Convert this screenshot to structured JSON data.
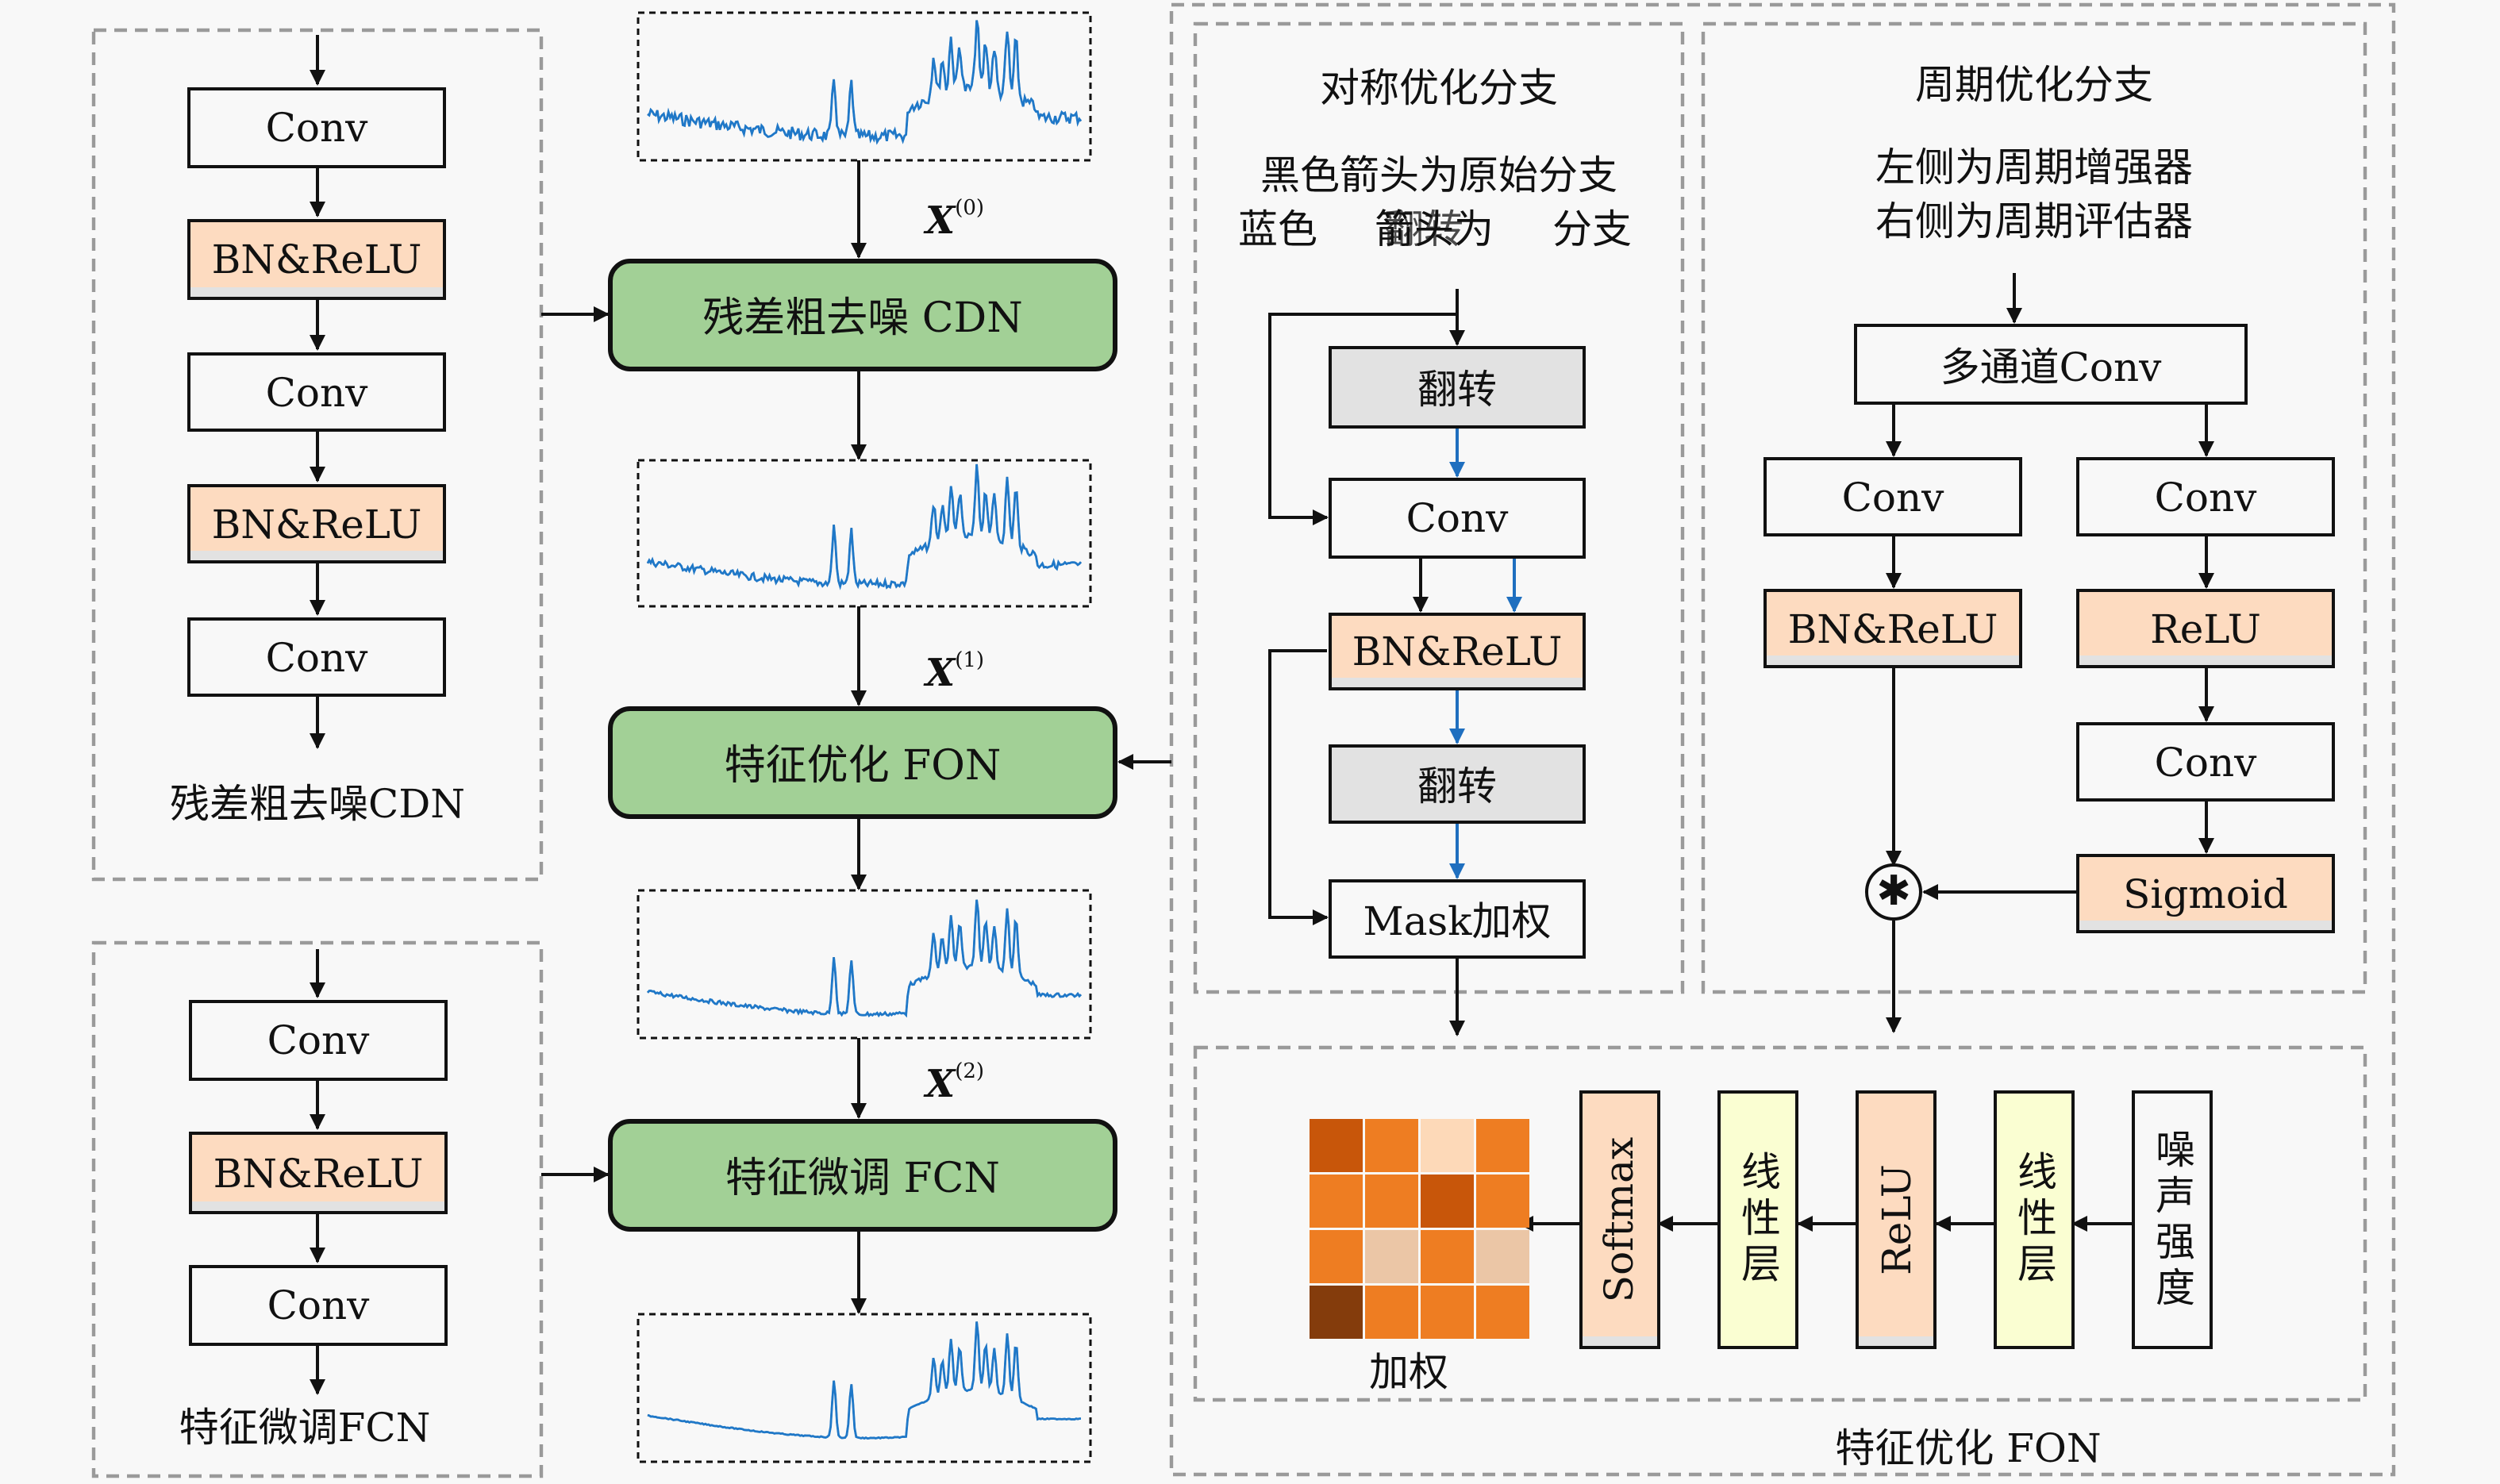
{
  "title": "残差粗去噪CDN / 特征优化FON / 特征微调FCN 网络结构",
  "cdn_module": {
    "blocks": [
      "Conv",
      "BN&ReLU",
      "Conv",
      "BN&ReLU",
      "Conv"
    ],
    "caption": "残差粗去噪CDN"
  },
  "fcn_module": {
    "blocks": [
      "Conv",
      "BN&ReLU",
      "Conv"
    ],
    "caption": "特征微调FCN"
  },
  "pipeline": {
    "stages": [
      "残差粗去噪 CDN",
      "特征优化 FON",
      "特征微调 FCN"
    ],
    "signals": [
      {
        "symbol": "X",
        "superscript": "(0)"
      },
      {
        "symbol": "X",
        "superscript": "(1)"
      },
      {
        "symbol": "X",
        "superscript": "(2)"
      }
    ],
    "waveforms": [
      "noisy-input",
      "after-cdn",
      "after-fon",
      "after-fcn"
    ]
  },
  "symmetric_branch": {
    "title": "对称优化分支",
    "note_line1": "黑色箭头为原始分支",
    "note_line2_a": "蓝色",
    "note_line2_b": "箭头为",
    "note_line2_overlap": "翻转",
    "note_line2_c": "分支",
    "blocks": [
      "翻转",
      "Conv",
      "BN&ReLU",
      "翻转",
      "Mask加权"
    ],
    "colors": {
      "original_arrow": "#111111",
      "flip_arrow": "#1f6fbf"
    }
  },
  "periodic_branch": {
    "title": "周期优化分支",
    "note_line1": "左侧为周期增强器",
    "note_line2": "右侧为周期评估器",
    "input_block": "多通道Conv",
    "left_blocks": [
      "Conv",
      "BN&ReLU"
    ],
    "right_blocks": [
      "Conv",
      "ReLU",
      "Conv",
      "Sigmoid"
    ],
    "operator": "✱"
  },
  "weighting": {
    "chain": [
      "噪声强度",
      "线性层",
      "ReLU",
      "线性层",
      "Softmax"
    ],
    "heatmap_label": "加权",
    "heatmap": {
      "rows": 4,
      "cols": 4,
      "levels": [
        [
          3,
          2,
          0,
          2
        ],
        [
          2,
          2,
          3,
          2
        ],
        [
          2,
          1,
          2,
          1
        ],
        [
          4,
          2,
          2,
          2
        ]
      ],
      "palette": [
        "#fdd9b8",
        "#ebc6a6",
        "#ee7d22",
        "#c8560a",
        "#843c0c"
      ]
    }
  },
  "fon_caption": "特征优化 FON",
  "colors": {
    "green_block": "#a2d096",
    "bn_block": "#fddbc0",
    "flip_block": "#e2e2e2",
    "linear_block": "#fafed2",
    "waveform": "#1f78c8"
  }
}
